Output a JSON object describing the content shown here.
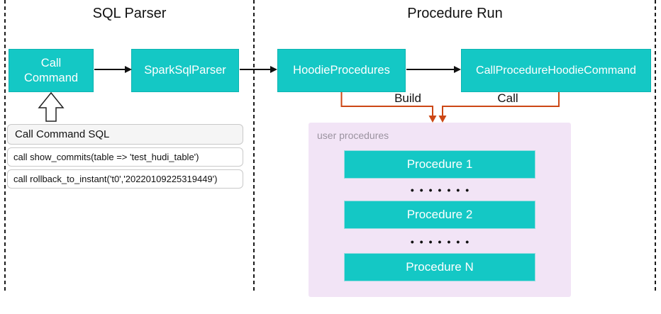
{
  "diagram": {
    "regions": {
      "sql_parser": {
        "title": "SQL Parser"
      },
      "procedure_run": {
        "title": "Procedure Run"
      }
    },
    "nodes": {
      "call_command": {
        "label": "Call\nCommand"
      },
      "spark_sql_parser": {
        "label": "SparkSqlParser"
      },
      "hoodie_procedures": {
        "label": "HoodieProcedures"
      },
      "call_procedure_hoodie_command": {
        "label": "CallProcedureHoodieCommand"
      }
    },
    "edges": {
      "build_label": "Build",
      "call_label": "Call"
    },
    "sql_panel": {
      "header": "Call Command SQL",
      "rows": [
        "call show_commits(table => 'test_hudi_table')",
        "call rollback_to_instant('t0','20220109225319449')"
      ]
    },
    "procedures_panel": {
      "label": "user procedures",
      "items": [
        "Procedure 1",
        "Procedure 2",
        "Procedure N"
      ],
      "dots": "•••••••"
    },
    "colors": {
      "node_teal": "#14c8c5",
      "connector_orange": "#cc4715",
      "panel_purple": "#f2e4f6",
      "muted_gray": "#9b93a0",
      "arrow_black": "#111111"
    }
  }
}
